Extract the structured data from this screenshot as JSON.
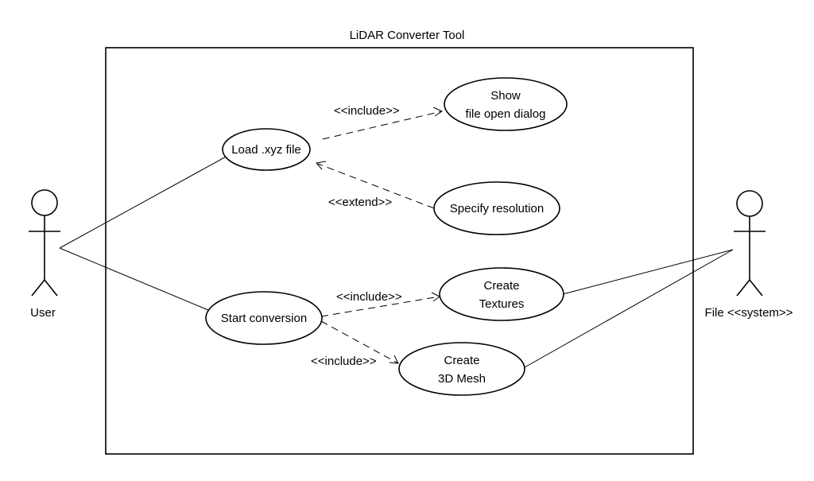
{
  "system": {
    "title": "LiDAR Converter Tool"
  },
  "actors": [
    {
      "id": "user",
      "name": "User"
    },
    {
      "id": "file",
      "name": "File <<system>>"
    }
  ],
  "use_cases": [
    {
      "id": "load",
      "lines": [
        "Load .xyz file"
      ]
    },
    {
      "id": "show",
      "lines": [
        "Show",
        "file open dialog"
      ]
    },
    {
      "id": "specify",
      "lines": [
        "Specify resolution"
      ]
    },
    {
      "id": "start",
      "lines": [
        "Start conversion"
      ]
    },
    {
      "id": "textures",
      "lines": [
        "Create",
        "Textures"
      ]
    },
    {
      "id": "mesh",
      "lines": [
        "Create",
        "3D Mesh"
      ]
    }
  ],
  "relations": [
    {
      "id": "load-show",
      "from": "load",
      "to": "show",
      "label": "<<include>>"
    },
    {
      "id": "specify-load",
      "from": "specify",
      "to": "load",
      "label": "<<extend>>"
    },
    {
      "id": "start-textures",
      "from": "start",
      "to": "textures",
      "label": "<<include>>"
    },
    {
      "id": "start-mesh",
      "from": "start",
      "to": "mesh",
      "label": "<<include>>"
    }
  ],
  "associations": [
    {
      "from": "user",
      "to": "load"
    },
    {
      "from": "user",
      "to": "start"
    },
    {
      "from": "file",
      "to": "textures"
    },
    {
      "from": "file",
      "to": "mesh"
    }
  ]
}
